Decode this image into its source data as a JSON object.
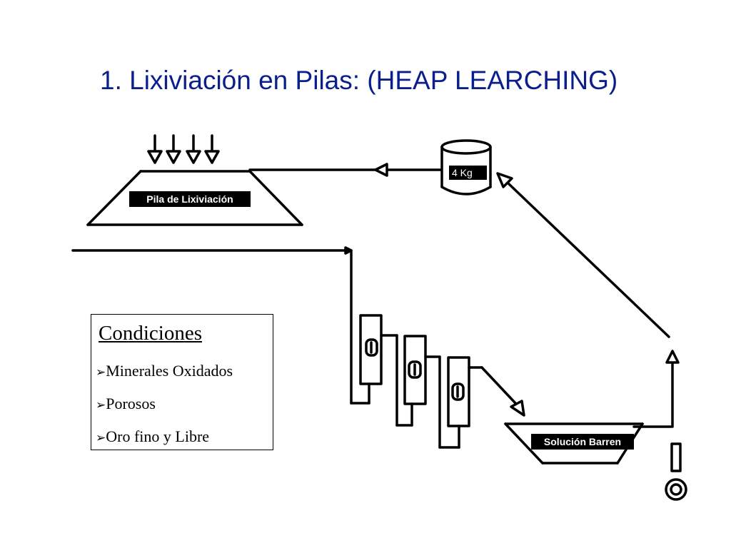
{
  "title": "1. Lixiviación en Pilas: (HEAP LEARCHING)",
  "labels": {
    "heap": "Pila de Lixiviación",
    "tank": "4 Kg",
    "barren": "Solución Barren"
  },
  "conditions": {
    "heading": "Condiciones",
    "bullet": "➢",
    "items": [
      "Minerales Oxidados",
      "Porosos",
      "Oro fino y Libre"
    ]
  }
}
